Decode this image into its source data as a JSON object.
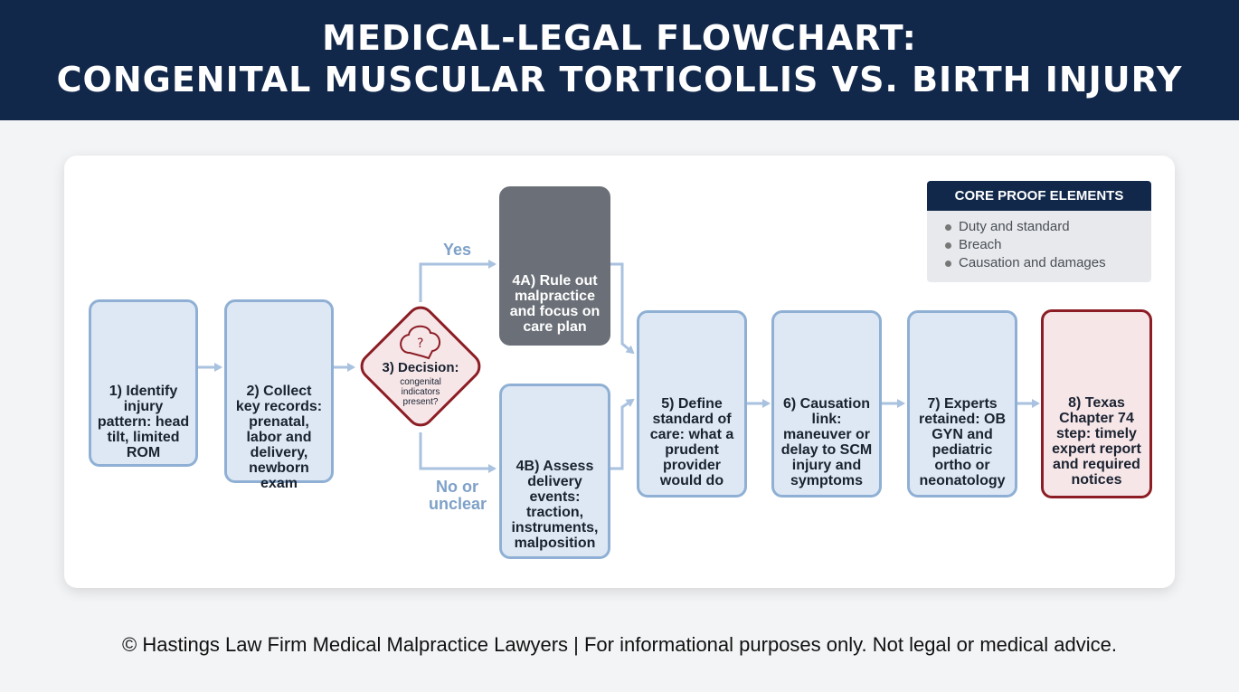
{
  "header": {
    "line1": "MEDICAL-LEGAL FLOWCHART:",
    "line2": "CONGENITAL MUSCULAR TORTICOLLIS VS. BIRTH INJURY"
  },
  "steps": {
    "s1": "1) Identify injury pattern: head tilt, limited ROM",
    "s2": "2) Collect key records: prenatal, labor and delivery, newborn exam",
    "s3_title": "3) Decision:",
    "s3_sub": "congenital indicators present?",
    "s4a": "4A) Rule out malpractice and focus on care plan",
    "s4b": "4B) Assess delivery events: traction, instruments, malposition",
    "s5": "5) Define standard of care: what a prudent provider would do",
    "s6": "6) Causation link: maneuver or delay to SCM injury and symptoms",
    "s7": "7) Experts retained: OB GYN and pediatric ortho or neonatology",
    "s8": "8) Texas Chapter 74 step: timely expert report and required notices"
  },
  "branches": {
    "yes": "Yes",
    "no_line1": "No or",
    "no_line2": "unclear"
  },
  "legend": {
    "title": "CORE PROOF ELEMENTS",
    "items": [
      "Duty and standard",
      "Breach",
      "Causation and damages"
    ]
  },
  "footer": {
    "text": "© Hastings Law Firm Medical Malpractice Lawyers  |  For informational purposes only. Not legal or medical advice."
  },
  "colors": {
    "navy": "#12284b",
    "box_border": "#8fb0d4",
    "box_fill": "#dde8f4",
    "accent_red": "#8c1d24",
    "gray": "#6b7078"
  }
}
